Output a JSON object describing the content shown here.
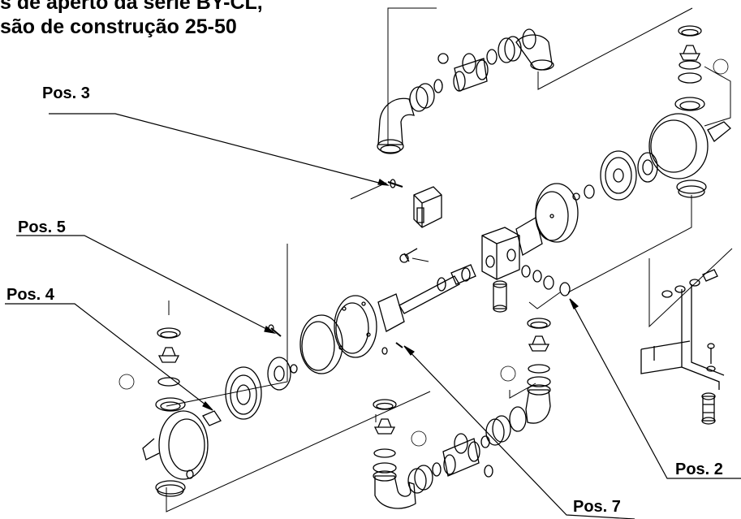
{
  "title": {
    "line1": "s de aperto da série BY-CL,",
    "line2": "são de construção 25-50"
  },
  "labels": {
    "pos3": "Pos. 3",
    "pos5": "Pos. 5",
    "pos4": "Pos. 4",
    "pos2": "Pos. 2",
    "pos7": "Pos. 7"
  },
  "colors": {
    "line": "#000000",
    "background": "#ffffff"
  }
}
